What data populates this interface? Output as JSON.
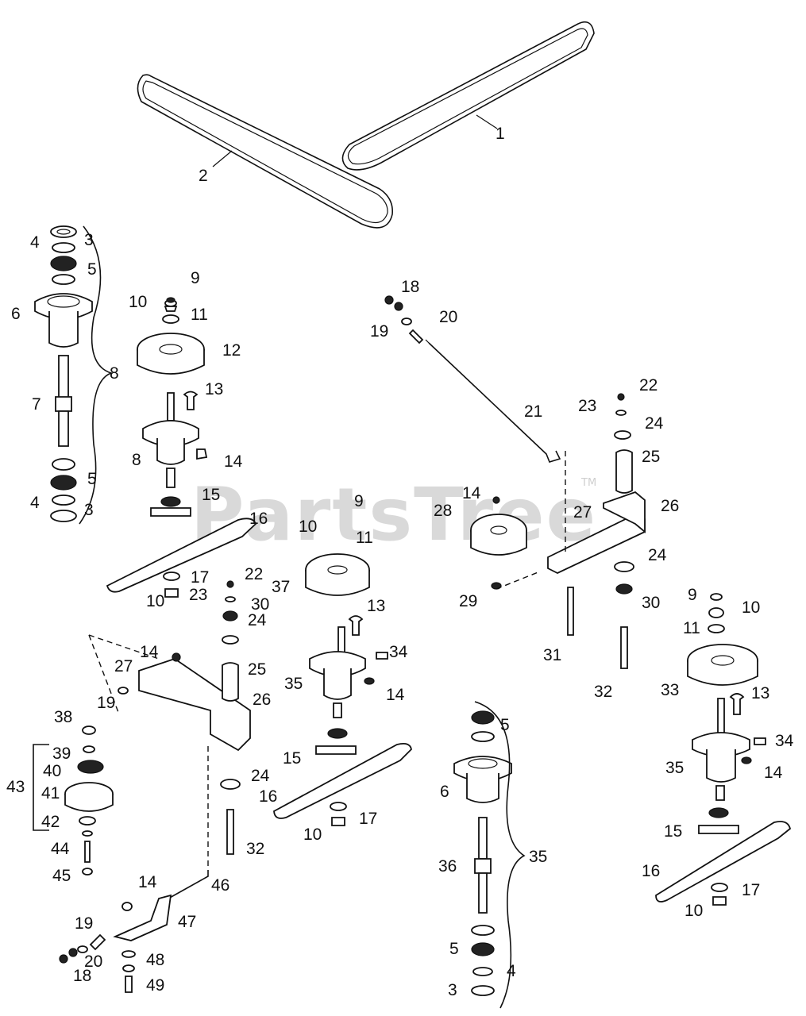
{
  "watermark": {
    "text": "PartsTree",
    "trademark": "TM"
  },
  "callouts": [
    "1",
    "2",
    "3",
    "3",
    "4",
    "4",
    "5",
    "5",
    "6",
    "7",
    "8",
    "8",
    "9",
    "10",
    "10",
    "11",
    "12",
    "13",
    "14",
    "15",
    "16",
    "17",
    "18",
    "19",
    "20",
    "21",
    "22",
    "23",
    "24",
    "24",
    "25",
    "26",
    "27",
    "28",
    "29",
    "30",
    "9",
    "10",
    "11",
    "31",
    "32",
    "14",
    "22",
    "23",
    "30",
    "24",
    "25",
    "26",
    "24",
    "32",
    "27",
    "19",
    "38",
    "39",
    "40",
    "41",
    "42",
    "43",
    "44",
    "45",
    "14",
    "35",
    "37",
    "13",
    "34",
    "14",
    "15",
    "16",
    "17",
    "10",
    "5",
    "6",
    "36",
    "35",
    "5",
    "4",
    "3",
    "33",
    "13",
    "34",
    "35",
    "14",
    "15",
    "16",
    "17",
    "10",
    "9",
    "10",
    "11",
    "14",
    "46",
    "47",
    "48",
    "49",
    "19",
    "20",
    "18"
  ],
  "colors": {
    "ink": "#111111",
    "watermark": "#d9d9d9",
    "background": "#ffffff"
  }
}
